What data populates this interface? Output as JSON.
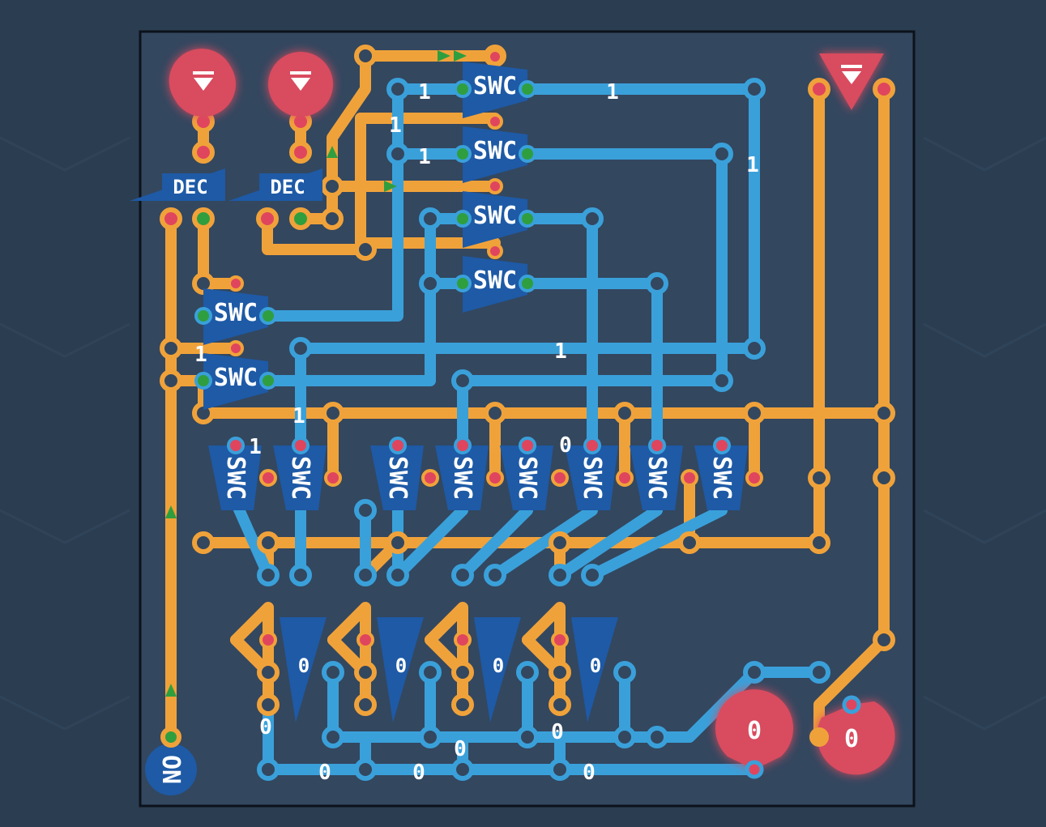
{
  "colors": {
    "background": "#2b3d51",
    "board": "#33475f",
    "board_border": "#0c121b",
    "wire_blue": "#3aa0da",
    "wire_orange": "#f0a23a",
    "pin_red": "#e0455e",
    "pin_green": "#2f9e3f",
    "gate_blue": "#1e5aa6",
    "port_red": "#d94c5f"
  },
  "labels": {
    "swc": "SWC",
    "dec": "DEC",
    "on": "ON",
    "one": "1",
    "zero": "0"
  },
  "ports": {
    "input_a_icon": "down-triangle-icon",
    "input_b_icon": "down-triangle-icon",
    "output_icon": "down-triangle-icon",
    "display_left_value": "0",
    "display_right_value": "0"
  }
}
